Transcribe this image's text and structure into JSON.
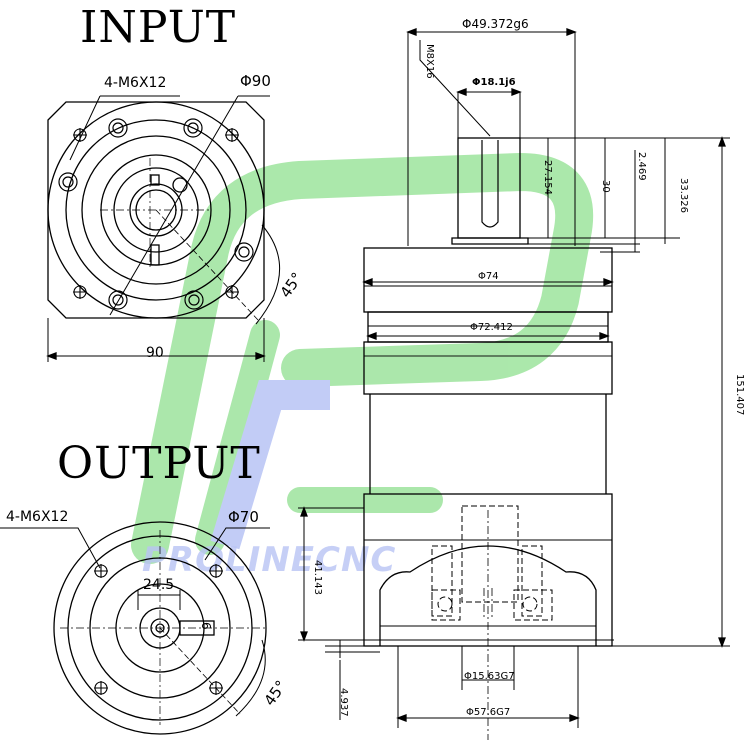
{
  "views": {
    "input": {
      "title": "INPUT",
      "bolt_callout": "4-M6X12",
      "pcd_callout": "Φ90",
      "width_dim": "90",
      "angle_dim": "45°"
    },
    "output": {
      "title": "OUTPUT",
      "bolt_callout": "4-M6X12",
      "pcd_callout": "Φ70",
      "offset_dim": "24.5",
      "keyway_dim": "6",
      "angle_dim": "45°"
    },
    "side": {
      "top_dia": "Φ49.372g6",
      "thread": "M8X16",
      "shaft_dia": "Φ18.1j6",
      "shaft_len": "27.154",
      "shaft_len_total": "30",
      "shoulder": "2.469",
      "input_len": "33.326",
      "dia_74": "Φ74",
      "dia_72": "Φ72.412",
      "total_len": "151.407",
      "flange_h": "41.143",
      "base_offset": "4.937",
      "bore_dia": "Φ15.63G7",
      "spigot_dia": "Φ57.6G7"
    }
  },
  "watermark": {
    "text": "PROLINECNC",
    "green": "#8fe08f",
    "blue": "#aebcf3"
  }
}
